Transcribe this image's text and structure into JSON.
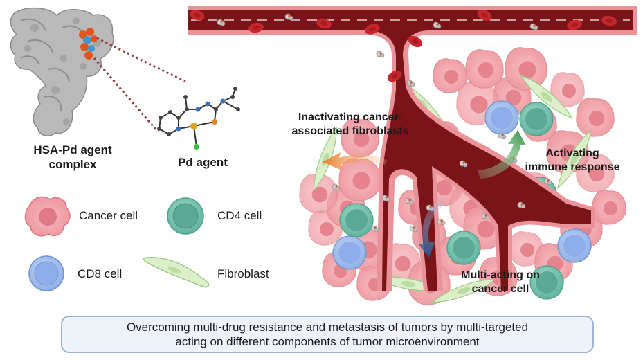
{
  "labels": {
    "complex": [
      "HSA-Pd agent",
      "complex"
    ],
    "pd_agent": "Pd agent",
    "caf": [
      "Inactivating cancer-",
      "associated fibroblasts"
    ],
    "immune": [
      "Activating",
      "immune response"
    ],
    "multi": [
      "Multi-acting on",
      "cancer cell"
    ]
  },
  "legend": {
    "cancer": "Cancer cell",
    "cd4": "CD4 cell",
    "cd8": "CD8 cell",
    "fibro": "Fibroblast"
  },
  "summary": [
    "Overcoming multi-drug resistance and metastasis of tumors by multi-targeted",
    "acting on different components of tumor microenvironment"
  ],
  "colors": {
    "vessel": "#7a1418",
    "vessel_wall": "#e88a8f",
    "rbc": "#c6262c",
    "cancer": "#f2a2a8",
    "cancer_nucleus": "#e0707a",
    "cd4": "#7dc4b3",
    "cd8": "#a9c2ec",
    "fibroblast": "#d9efc4",
    "arrow_orange": "#e9802b",
    "arrow_green": "#3f9e4c",
    "arrow_blue": "#2d5f9b",
    "summary_border": "#9db5d6"
  }
}
